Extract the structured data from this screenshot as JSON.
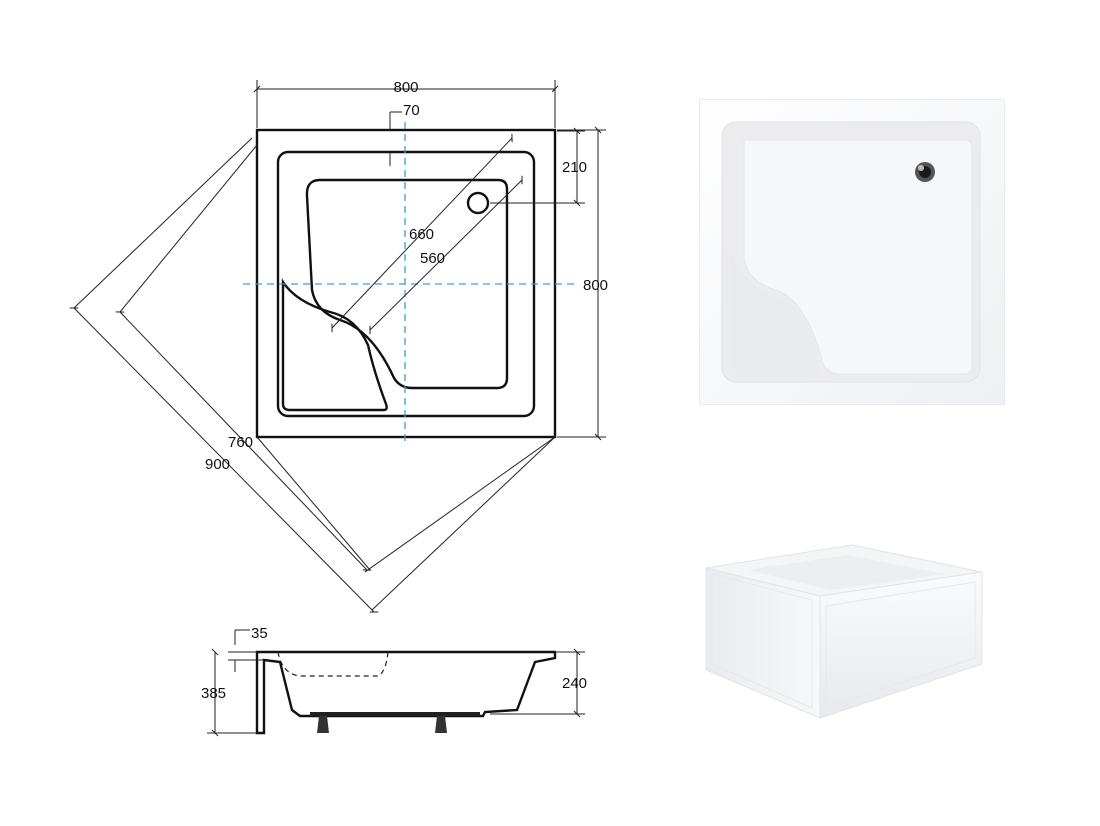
{
  "top_view": {
    "dims": {
      "width_top": "800",
      "rim_offset": "70",
      "drain_offset": "210",
      "height_right": "800",
      "diag_outer": "660",
      "diag_inner": "560",
      "diag_760": "760",
      "diag_900": "900"
    }
  },
  "side_view": {
    "dims": {
      "rim": "35",
      "total_height": "385",
      "tray_height": "240"
    }
  },
  "colors": {
    "axis": "#3aa0d8",
    "line": "#222222",
    "acrylic": "#f4f5f7"
  }
}
